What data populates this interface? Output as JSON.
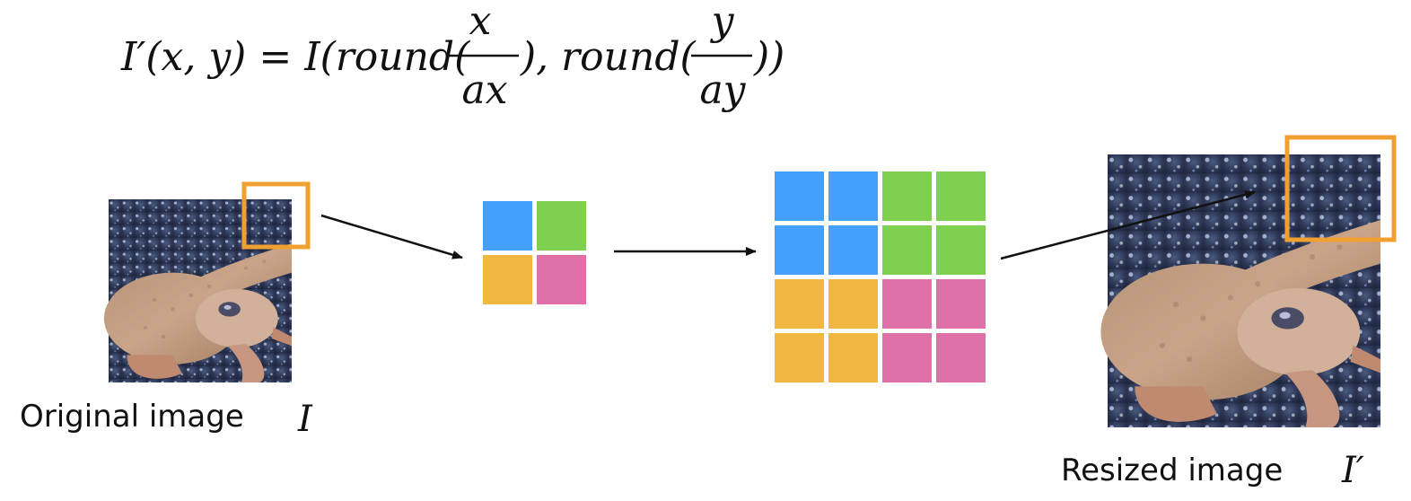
{
  "formula": {
    "lhs": "I′(x, y) = I(round(",
    "frac1_num": "x",
    "frac1_den": "ax",
    "mid": "), round(",
    "frac2_num": "y",
    "frac2_den": "ay",
    "end": "))"
  },
  "labels": {
    "original": "Original image",
    "original_symbol": "I",
    "resized": "Resized image",
    "resized_symbol": "I′"
  },
  "colors": {
    "highlight": "#f0a030",
    "blue": "#44a0f8",
    "green": "#80d050",
    "yellow": "#f0b840",
    "pink": "#e070a8",
    "arrow": "#111111"
  },
  "small_grid": [
    [
      "blue",
      "green"
    ],
    [
      "yellow",
      "pink"
    ]
  ],
  "large_grid": [
    [
      "blue",
      "blue",
      "green",
      "green"
    ],
    [
      "blue",
      "blue",
      "green",
      "green"
    ],
    [
      "yellow",
      "yellow",
      "pink",
      "pink"
    ],
    [
      "yellow",
      "yellow",
      "pink",
      "pink"
    ]
  ]
}
